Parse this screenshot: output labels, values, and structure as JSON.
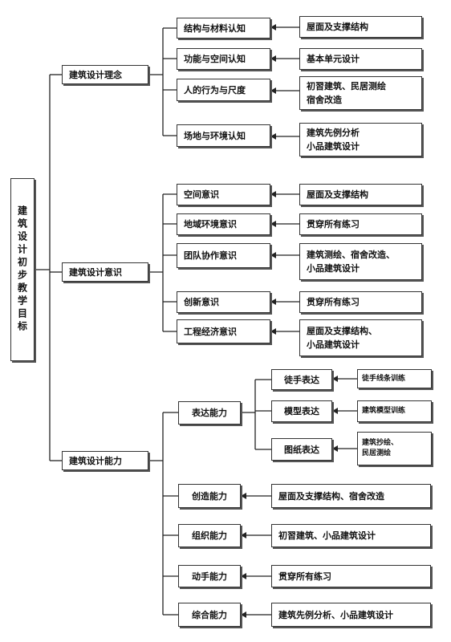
{
  "root": {
    "label": "建筑设计初步教学目标"
  },
  "groups": [
    {
      "label": "建筑设计理念",
      "items": [
        {
          "label": "结构与材料认知",
          "detail": [
            "屋面及支撑结构"
          ]
        },
        {
          "label": "功能与空间认知",
          "detail": [
            "基本单元设计"
          ]
        },
        {
          "label": "人的行为与尺度",
          "detail": [
            "初習建筑、民居测绘",
            "宿舍改造"
          ]
        },
        {
          "label": "场地与环境认知",
          "detail": [
            "建筑先例分析",
            "小品建筑设计"
          ]
        }
      ]
    },
    {
      "label": "建筑设计意识",
      "items": [
        {
          "label": "空间意识",
          "detail": [
            "屋面及支撑结构"
          ]
        },
        {
          "label": "地域环境意识",
          "detail": [
            "贯穿所有练习"
          ]
        },
        {
          "label": "团队协作意识",
          "detail": [
            "建筑测绘、宿舍改造、",
            "小品建筑设计"
          ]
        },
        {
          "label": "创新意识",
          "detail": [
            "贯穿所有练习"
          ]
        },
        {
          "label": "工程经济意识",
          "detail": [
            "屋面及支撑结构、",
            "小品建筑设计"
          ]
        }
      ]
    },
    {
      "label": "建筑设计能力",
      "express": {
        "label": "表达能力",
        "subs": [
          {
            "label": "徒手表达",
            "detail": [
              "徒手线条训练"
            ]
          },
          {
            "label": "模型表达",
            "detail": [
              "建筑模型训练"
            ]
          },
          {
            "label": "图纸表达",
            "detail": [
              "建筑抄绘、",
              "民居测绘"
            ]
          }
        ]
      },
      "items": [
        {
          "label": "创造能力",
          "detail": [
            "屋面及支撑结构、宿舍改造"
          ]
        },
        {
          "label": "组织能力",
          "detail": [
            "初習建筑、小品建筑设计"
          ]
        },
        {
          "label": "动手能力",
          "detail": [
            "贯穿所有练习"
          ]
        },
        {
          "label": "综合能力",
          "detail": [
            "建筑先例分析、小品建筑设计"
          ]
        }
      ]
    }
  ]
}
